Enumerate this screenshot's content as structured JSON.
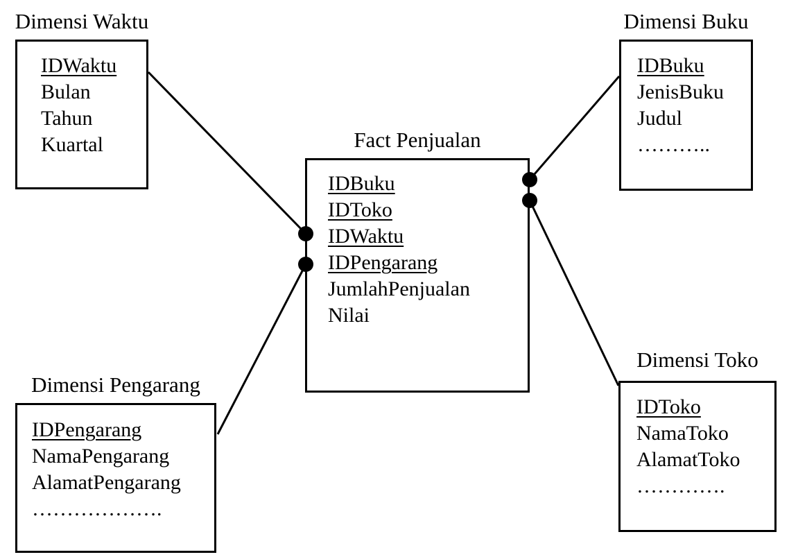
{
  "colors": {
    "background": "#ffffff",
    "line": "#000000",
    "text": "#000000"
  },
  "tables": {
    "fact": {
      "title": "Fact Penjualan",
      "fields": [
        {
          "label": "IDBuku",
          "underlined": true
        },
        {
          "label": "IDToko",
          "underlined": true
        },
        {
          "label": "IDWaktu",
          "underlined": true
        },
        {
          "label": "IDPengarang",
          "underlined": true
        },
        {
          "label": "JumlahPenjualan",
          "underlined": false
        },
        {
          "label": "Nilai",
          "underlined": false
        }
      ]
    },
    "waktu": {
      "title": "Dimensi Waktu",
      "fields": [
        {
          "label": "IDWaktu",
          "underlined": true
        },
        {
          "label": "Bulan",
          "underlined": false
        },
        {
          "label": "Tahun",
          "underlined": false
        },
        {
          "label": "Kuartal",
          "underlined": false
        }
      ]
    },
    "buku": {
      "title": "Dimensi Buku",
      "fields": [
        {
          "label": "IDBuku",
          "underlined": true
        },
        {
          "label": "JenisBuku",
          "underlined": false
        },
        {
          "label": "Judul",
          "underlined": false
        },
        {
          "label": "………..",
          "underlined": false
        }
      ]
    },
    "pengarang": {
      "title": "Dimensi Pengarang",
      "fields": [
        {
          "label": "IDPengarang",
          "underlined": true
        },
        {
          "label": "NamaPengarang",
          "underlined": false
        },
        {
          "label": "AlamatPengarang",
          "underlined": false
        },
        {
          "label": "……………….",
          "underlined": false
        }
      ]
    },
    "toko": {
      "title": "Dimensi Toko",
      "fields": [
        {
          "label": "IDToko",
          "underlined": true
        },
        {
          "label": "NamaToko",
          "underlined": false
        },
        {
          "label": "AlamatToko",
          "underlined": false
        },
        {
          "label": "………….",
          "underlined": false
        }
      ]
    }
  },
  "relationships": [
    {
      "from": "Dimensi Waktu",
      "to": "Fact Penjualan"
    },
    {
      "from": "Dimensi Pengarang",
      "to": "Fact Penjualan"
    },
    {
      "from": "Dimensi Buku",
      "to": "Fact Penjualan"
    },
    {
      "from": "Dimensi Toko",
      "to": "Fact Penjualan"
    }
  ]
}
